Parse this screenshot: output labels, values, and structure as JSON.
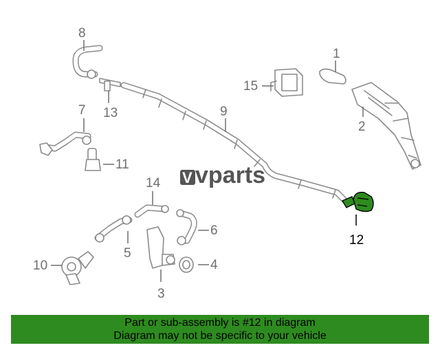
{
  "watermark": {
    "logo_letter": "V",
    "text": "vparts"
  },
  "callouts": {
    "c1": "1",
    "c2": "2",
    "c3": "3",
    "c4": "4",
    "c5": "5",
    "c6": "6",
    "c7": "7",
    "c8": "8",
    "c9": "9",
    "c10": "10",
    "c11": "11",
    "c12": "12",
    "c13": "13",
    "c14": "14",
    "c15": "15"
  },
  "highlight": {
    "part_number": "12",
    "color": "#2e8b1f"
  },
  "banner": {
    "line1": "Part or sub-assembly is #12 in diagram",
    "line2": "Diagram may not be specific to your vehicle",
    "color": "#2e8b1f"
  }
}
